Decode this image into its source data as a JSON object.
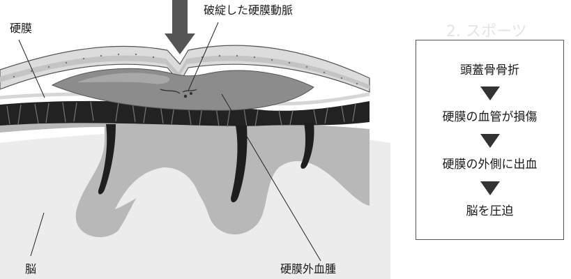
{
  "labels": {
    "dura": "硬膜",
    "ruptured_artery": "破綻した硬膜動脈",
    "brain": "脳",
    "hematoma": "硬膜外血腫"
  },
  "flow": {
    "steps": [
      "頭蓋骨骨折",
      "硬膜の血管が損傷",
      "硬膜の外側に出血",
      "脳を圧迫"
    ],
    "arrow_icon": "down-triangle-icon"
  },
  "colors": {
    "skull": "#d9d9d9",
    "hematoma": "#8a8a8a",
    "brain_cortex": "#b5b5b5",
    "brain_white": "#ebebeb",
    "dark": "#1e1e1e"
  },
  "header_watermark": "2. スポーツ"
}
